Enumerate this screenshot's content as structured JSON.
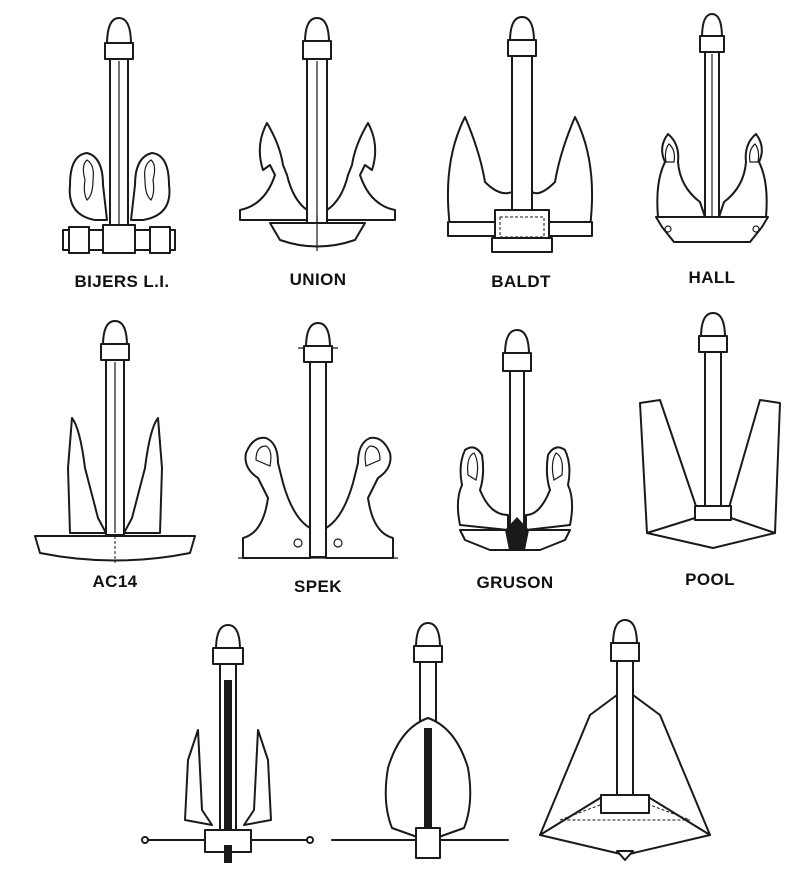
{
  "anchors": [
    {
      "id": "bijers",
      "label": "BIJERS L.I."
    },
    {
      "id": "union",
      "label": "UNION"
    },
    {
      "id": "baldt",
      "label": "BALDT"
    },
    {
      "id": "hall",
      "label": "HALL"
    },
    {
      "id": "ac14",
      "label": "AC14"
    },
    {
      "id": "spek",
      "label": "SPEK"
    },
    {
      "id": "gruson",
      "label": "GRUSON"
    },
    {
      "id": "pool",
      "label": "POOL"
    },
    {
      "id": "stock-flat-flukes",
      "label": ""
    },
    {
      "id": "stock-spade-fluke",
      "label": ""
    },
    {
      "id": "delta-plate",
      "label": ""
    }
  ]
}
